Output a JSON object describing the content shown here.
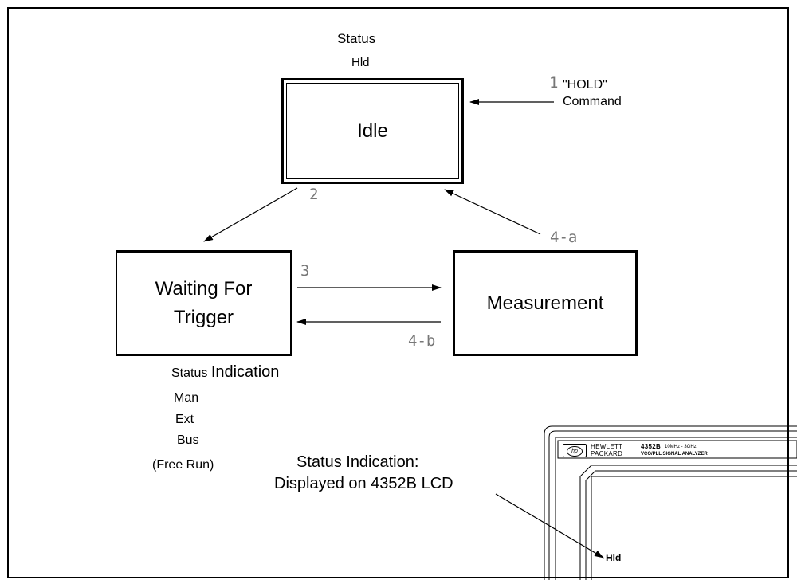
{
  "states": {
    "idle": {
      "label": "Idle",
      "status_heading": "Status",
      "status_value": "Hld"
    },
    "waiting": {
      "label_line1": "Waiting For",
      "label_line2": "Trigger"
    },
    "measurement": {
      "label": "Measurement"
    }
  },
  "transitions": {
    "t1": {
      "num": "1",
      "label_line1": "\"HOLD\"",
      "label_line2": "Command"
    },
    "t2": {
      "num": "2"
    },
    "t3": {
      "num": "3"
    },
    "t4a": {
      "num": "4-a"
    },
    "t4b": {
      "num": "4-b"
    }
  },
  "waiting_status": {
    "heading_small": "Status",
    "heading_large": "Indication",
    "items": [
      "Man",
      "Ext",
      "Bus",
      "(Free Run)"
    ]
  },
  "lcd_callout": {
    "line1": "Status Indication:",
    "line2": "Displayed on 4352B LCD",
    "display_value": "Hld"
  },
  "instrument": {
    "brand_line1": "HEWLETT",
    "brand_line2": "PACKARD",
    "model": "4352B",
    "freq_range": "10MHz - 3GHz",
    "name": "VCO/PLL SIGNAL ANALYZER",
    "logo_text": "hp"
  },
  "colors": {
    "line": "#000000",
    "number_label": "#777777",
    "background": "#ffffff"
  }
}
